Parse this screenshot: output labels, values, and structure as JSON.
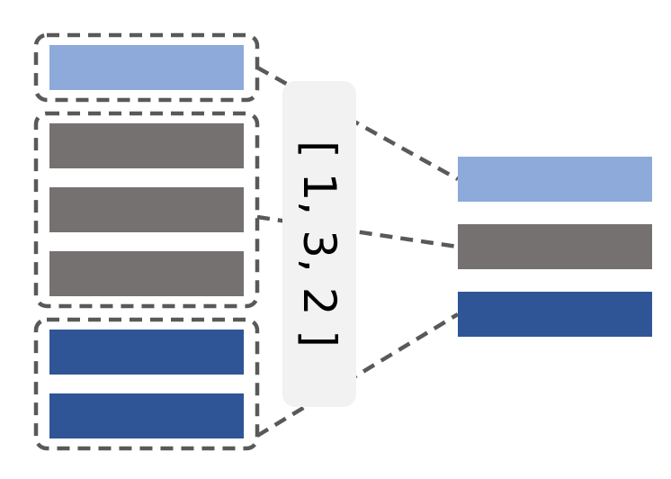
{
  "colors": {
    "light_blue": "#8eaadb",
    "gray": "#767171",
    "dark_blue": "#2f5597",
    "dash": "#595959",
    "label_box": "#f2f2f2"
  },
  "label": "[ 1, 3, 2 ]",
  "left_groups": [
    {
      "name": "group-1",
      "count": 1,
      "color_key": "light_blue"
    },
    {
      "name": "group-3",
      "count": 3,
      "color_key": "gray"
    },
    {
      "name": "group-2",
      "count": 2,
      "color_key": "dark_blue"
    }
  ],
  "right_bars": [
    {
      "name": "merged-bar-1",
      "color_key": "light_blue"
    },
    {
      "name": "merged-bar-2",
      "color_key": "gray"
    },
    {
      "name": "merged-bar-3",
      "color_key": "dark_blue"
    }
  ]
}
